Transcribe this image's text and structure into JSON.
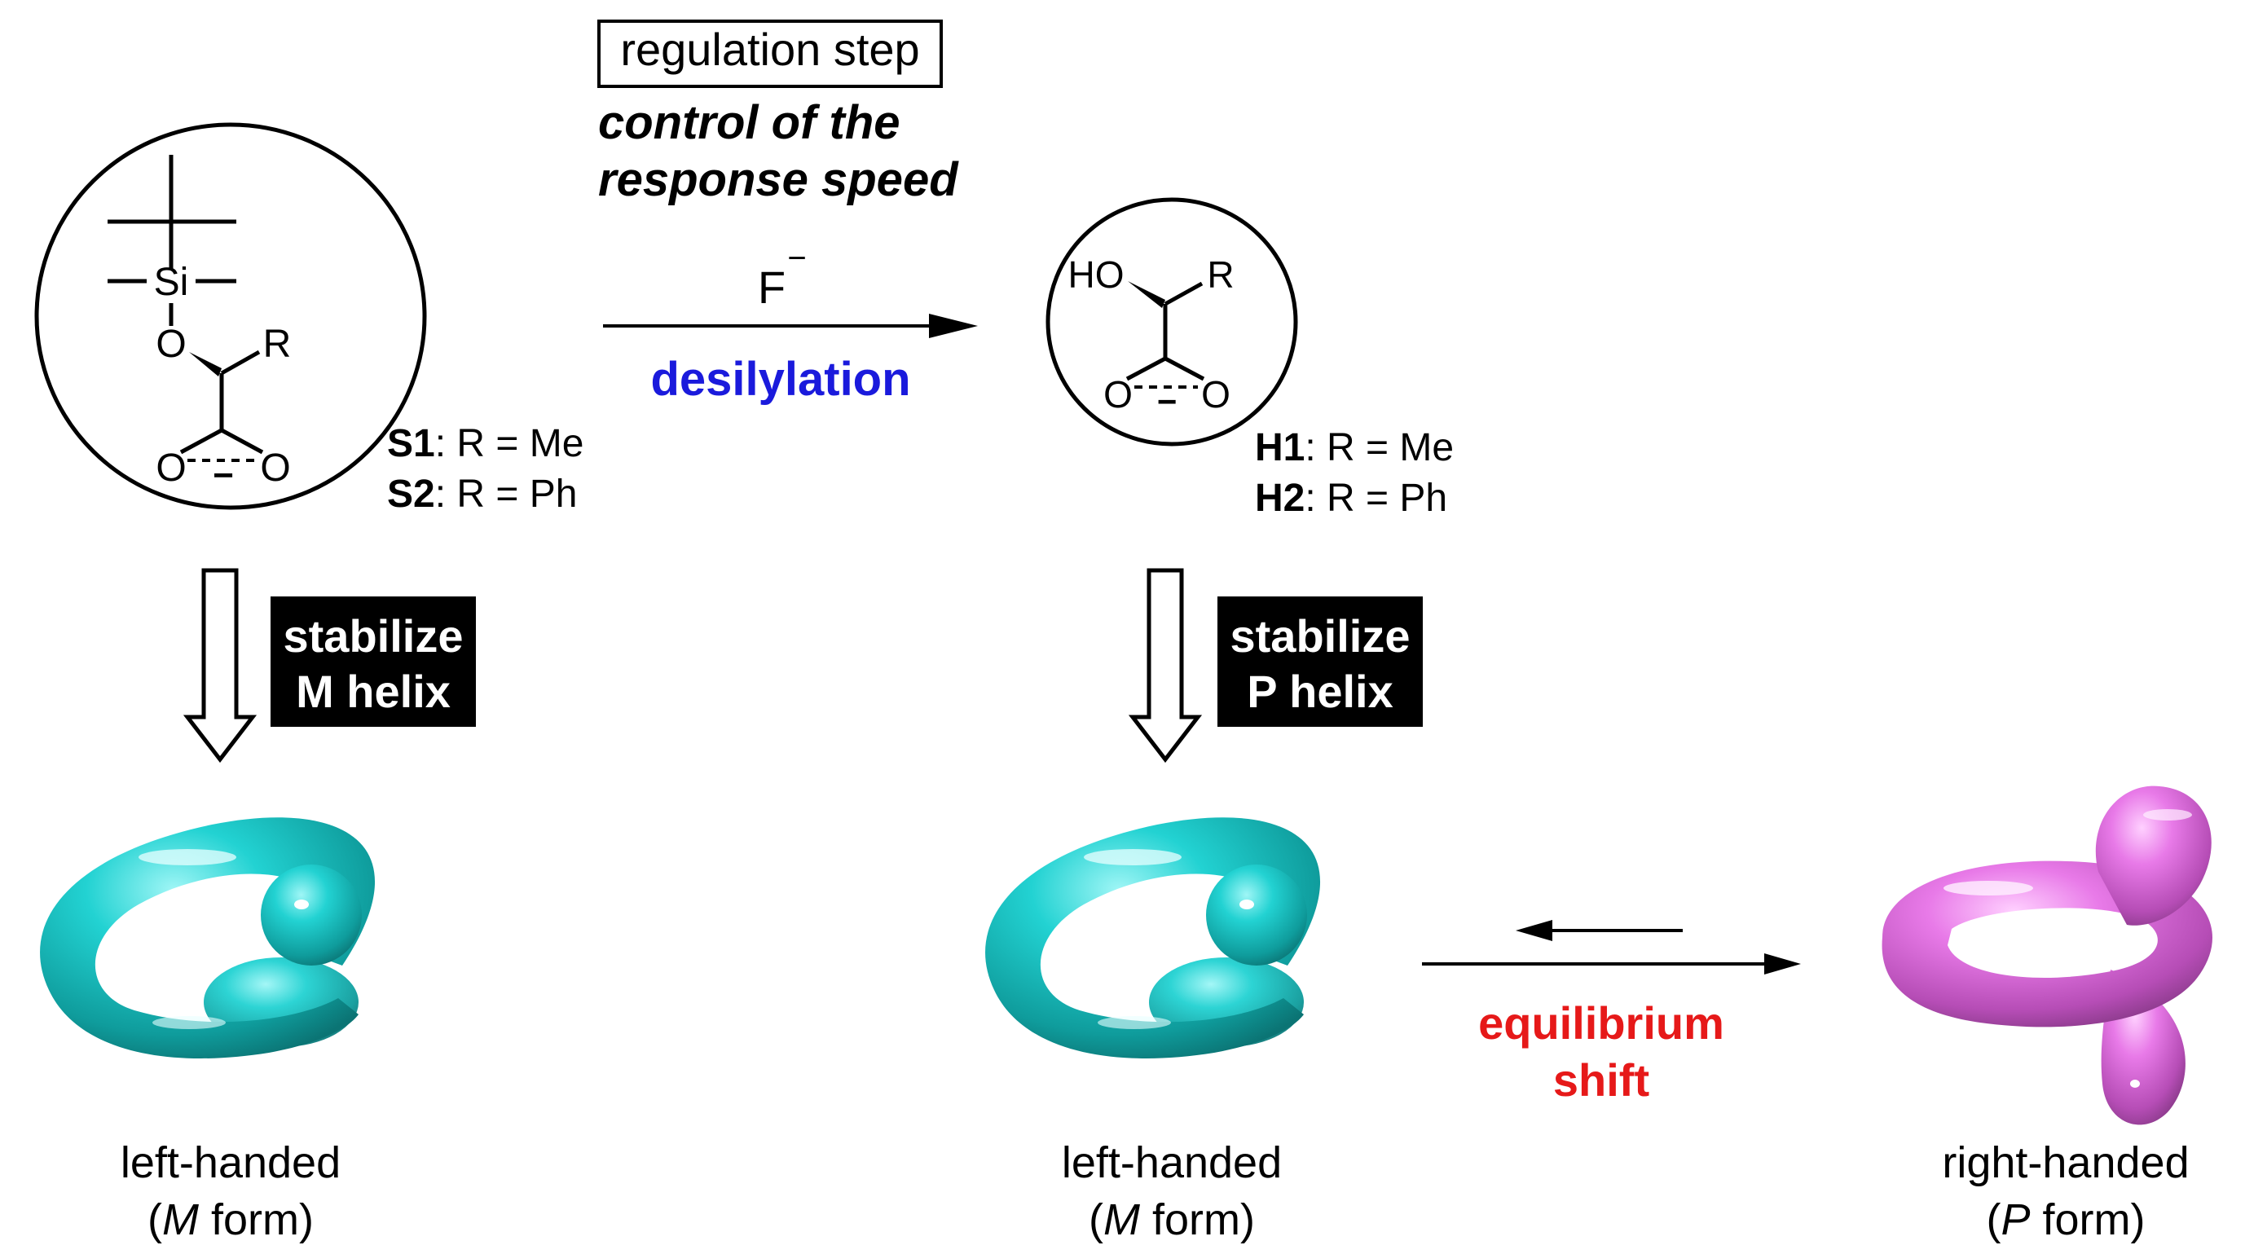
{
  "colors": {
    "cyan": "#1ec8c8",
    "magenta": "#e070e0",
    "blue": "#1a1adc",
    "red": "#e61919",
    "black": "#000000"
  },
  "top": {
    "regulation_box": "regulation step",
    "control_line1": "control of the",
    "control_line2": "response speed",
    "reagent": "F",
    "reagent_charge": "−",
    "process": "desilylation"
  },
  "left_molecule": {
    "si": "Si",
    "o": "O",
    "r": "R",
    "carboxylate_o1": "O",
    "carboxylate_o2": "O",
    "minus": "−",
    "label1_bold": "S1",
    "label1_rest": ": R = Me",
    "label2_bold": "S2",
    "label2_rest": ": R = Ph"
  },
  "right_molecule": {
    "ho": "HO",
    "r": "R",
    "carboxylate_o1": "O",
    "carboxylate_o2": "O",
    "minus": "−",
    "label1_bold": "H1",
    "label1_rest": ": R = Me",
    "label2_bold": "H2",
    "label2_rest": ": R = Ph"
  },
  "badges": {
    "left_line1": "stabilize",
    "left_line2": "M helix",
    "right_line1": "stabilize",
    "right_line2": "P helix"
  },
  "equilibrium": {
    "line1": "equilibrium",
    "line2": "shift"
  },
  "captions": {
    "left_line1": "left-handed",
    "left_open": "(",
    "left_italic": "M",
    "left_rest": " form)",
    "mid_line1": "left-handed",
    "mid_open": "(",
    "mid_italic": "M",
    "mid_rest": " form)",
    "right_line1": "right-handed",
    "right_open": "(",
    "right_italic": "P",
    "right_rest": " form)"
  }
}
